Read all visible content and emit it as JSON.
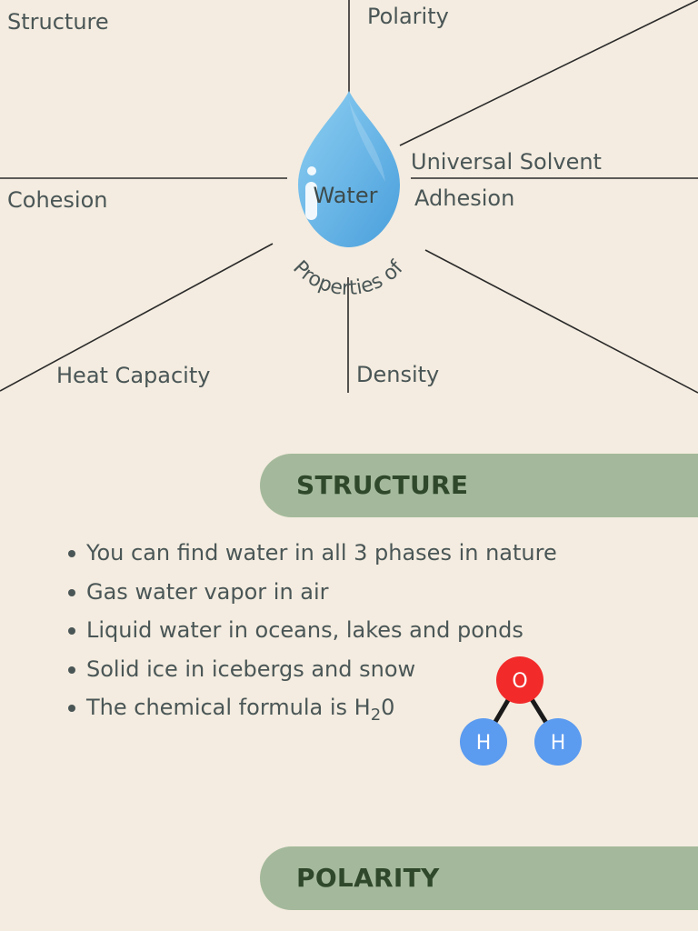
{
  "diagram": {
    "center_word": "Water",
    "arc_text": "Properties of",
    "spokes": {
      "structure": "Structure",
      "polarity": "Polarity",
      "universal_solvent": "Universal Solvent",
      "cohesion": "Cohesion",
      "adhesion": "Adhesion",
      "heat_capacity": "Heat Capacity",
      "density": "Density"
    },
    "colors": {
      "drop_light": "#8dcff2",
      "drop_dark": "#4a9fdc",
      "line": "#2b2b2b"
    }
  },
  "structure_section": {
    "title": "STRUCTURE",
    "bullets": [
      "You can find water in all 3 phases in nature",
      "Gas water vapor in air",
      "Liquid water in oceans, lakes and ponds",
      "Solid ice in icebergs and snow"
    ],
    "formula": {
      "prefix": "The chemical formula is H",
      "subscript": "2",
      "suffix": "0"
    }
  },
  "molecule": {
    "oxygen": "O",
    "hydrogen_left": "H",
    "hydrogen_right": "H",
    "colors": {
      "oxygen": "#f22a2a",
      "hydrogen": "#5b9bf0",
      "bond": "#1a1a1a"
    }
  },
  "polarity_section": {
    "title": "POLARITY"
  },
  "colors": {
    "background": "#f4ece0",
    "pill": "#a4b99b",
    "pill_text": "#2f472a",
    "body_text": "#4a5656"
  }
}
